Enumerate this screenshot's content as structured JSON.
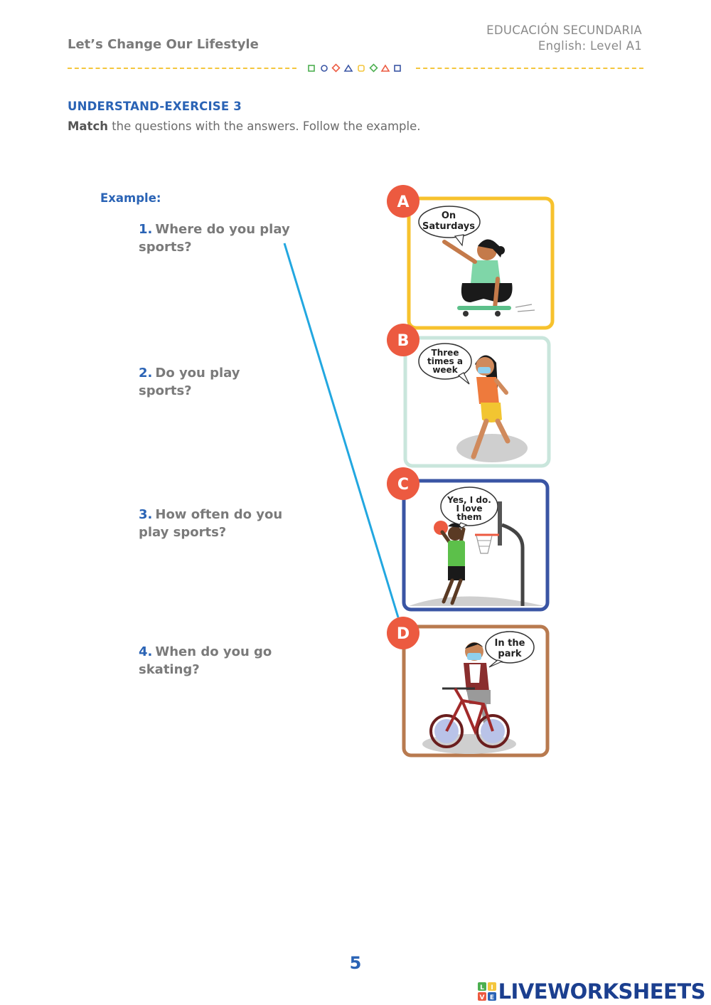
{
  "header": {
    "title": "Let’s Change Our Lifestyle",
    "level_line1": "EDUCACIÓN  SECUNDARIA",
    "level_line2": "English: Level A1"
  },
  "exercise": {
    "title": "UNDERSTAND-EXERCISE 3",
    "instruction_bold": "Match",
    "instruction_rest": " the questions with the answers. Follow the example.",
    "example_label": "Example:"
  },
  "questions": [
    {
      "num": "1.",
      "line1": "Where do you play",
      "line2": "sports?"
    },
    {
      "num": "2.",
      "line1": "Do you play",
      "line2": "sports?"
    },
    {
      "num": "3.",
      "line1": "How often do you",
      "line2": "play sports?"
    },
    {
      "num": "4.",
      "line1": "When do you go",
      "line2": "skating?"
    }
  ],
  "answers": [
    {
      "letter": "A",
      "bubble": [
        "On",
        "Saturdays"
      ],
      "frame_color": "#f7c22d"
    },
    {
      "letter": "B",
      "bubble": [
        "Three",
        "times a",
        "week"
      ],
      "frame_color": "#c9e6dc"
    },
    {
      "letter": "C",
      "bubble": [
        "Yes, I do.",
        "I love",
        "them"
      ],
      "frame_color": "#3a55a4"
    },
    {
      "letter": "D",
      "bubble": [
        "In the",
        "park"
      ],
      "frame_color": "#b87a4f"
    }
  ],
  "example_match": {
    "question": "1.",
    "answer": "D",
    "line_color": "#22a7e0"
  },
  "badge_color": "#ec5a40",
  "page_number": "5",
  "branding": {
    "logo_letters": [
      "L",
      "I",
      "V",
      "E"
    ],
    "name": "LIVEWORKSHEETS"
  }
}
